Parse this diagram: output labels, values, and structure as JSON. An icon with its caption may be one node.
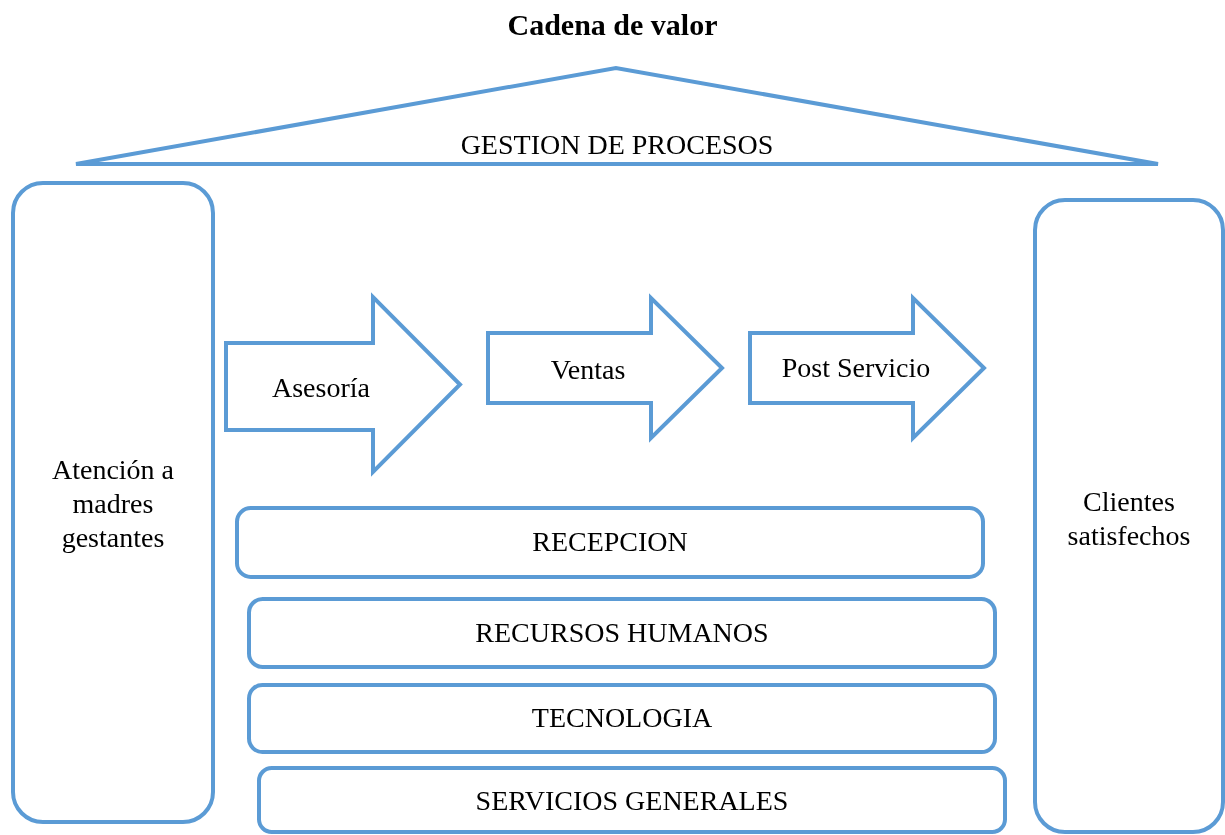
{
  "diagram": {
    "title": "Cadena de valor",
    "nodes": [
      {
        "text": [
          "GESTION DE PROCESOS"
        ]
      },
      {
        "text": [
          "Atención a madres gestantes"
        ]
      },
      {
        "text": [
          "Asesoría"
        ]
      },
      {
        "text": [
          "Ventas"
        ]
      },
      {
        "text": [
          "Post Servicio"
        ]
      },
      {
        "text": [
          "RECEPCION"
        ]
      },
      {
        "text": [
          "RECURSOS HUMANOS"
        ]
      },
      {
        "text": [
          "TECNOLOGIA"
        ]
      },
      {
        "text": [
          "SERVICIOS GENERALES"
        ]
      },
      {
        "text": [
          "Clientes satisfechos"
        ]
      }
    ]
  }
}
